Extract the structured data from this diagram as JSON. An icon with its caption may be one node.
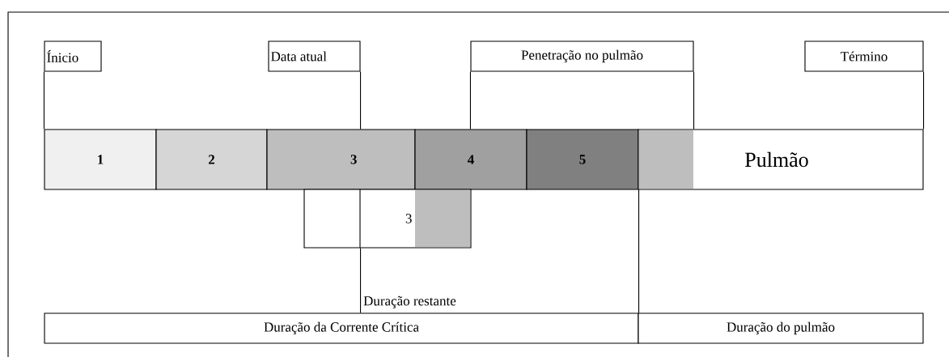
{
  "diagram": {
    "nodes": [
      {
        "text": [
          "Ínicio"
        ]
      },
      {
        "text": [
          "Data atual"
        ]
      },
      {
        "text": [
          "Penetração no pulmão"
        ]
      },
      {
        "text": [
          "Término"
        ]
      },
      {
        "text": [
          "1"
        ]
      },
      {
        "text": [
          "2"
        ]
      },
      {
        "text": [
          "3"
        ]
      },
      {
        "text": [
          "4"
        ]
      },
      {
        "text": [
          "5"
        ]
      },
      {
        "text": [
          "Pulmão"
        ]
      },
      {
        "text": [
          "3"
        ]
      },
      {
        "text": [
          "Duração da Corrente Crítica"
        ],
        "beside": [
          "Duração restante"
        ]
      },
      {
        "text": [
          "Duração do pulmão"
        ]
      }
    ],
    "edges": [
      {
        "from": 0,
        "to": 4,
        "arrow": "none"
      },
      {
        "from": 1,
        "to": 6,
        "arrow": "none"
      },
      {
        "from": 10,
        "to": 11,
        "arrow": "none"
      },
      {
        "from": 2,
        "to": 7,
        "arrow": "none"
      },
      {
        "from": 2,
        "to": 9,
        "arrow": "none"
      },
      {
        "from": 3,
        "to": 9,
        "arrow": "none"
      },
      {
        "from": 8,
        "to": 12,
        "arrow": "none"
      }
    ]
  }
}
